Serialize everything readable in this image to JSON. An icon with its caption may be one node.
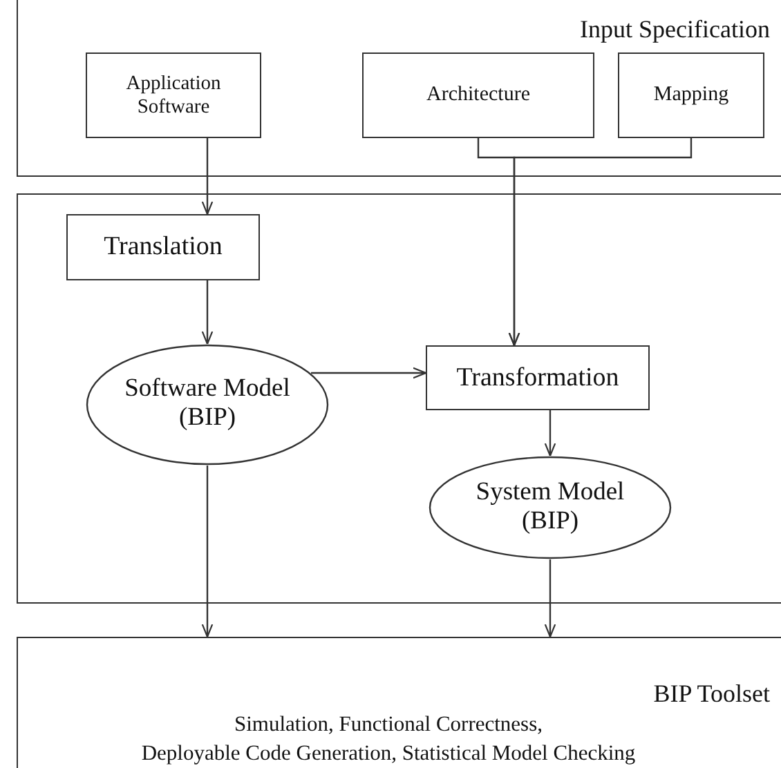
{
  "diagram": {
    "nodes": [
      {
        "text": [
          "Input Specification"
        ]
      },
      {
        "text": [
          "Application Software"
        ],
        "in": 0
      },
      {
        "text": [
          "Architecture"
        ],
        "in": 0
      },
      {
        "text": [
          "Mapping"
        ],
        "in": 0
      },
      {
        "text": [],
        "shape": "box"
      },
      {
        "text": [
          "Translation"
        ],
        "in": 4
      },
      {
        "text": [
          "Software Model (BIP)"
        ],
        "in": 4
      },
      {
        "text": [
          "Transformation"
        ],
        "in": 4
      },
      {
        "text": [
          "System Model (BIP)"
        ],
        "in": 4
      },
      {
        "text": [
          "BIP Toolset",
          "Simulation, Functional Correctness,",
          "Deployable Code Generation, Statistical Model Checking"
        ]
      }
    ],
    "edges": [
      {
        "from": 1,
        "to": 5,
        "arrow": "to"
      },
      {
        "from": 2,
        "to": 7,
        "arrow": "to"
      },
      {
        "from": 3,
        "to": 7,
        "arrow": "to"
      },
      {
        "from": 5,
        "to": 6,
        "arrow": "to"
      },
      {
        "from": 6,
        "to": 7,
        "arrow": "to"
      },
      {
        "from": 7,
        "to": 8,
        "arrow": "to"
      },
      {
        "from": 6,
        "to": 9,
        "arrow": "to"
      },
      {
        "from": 8,
        "to": 9,
        "arrow": "to"
      }
    ]
  }
}
